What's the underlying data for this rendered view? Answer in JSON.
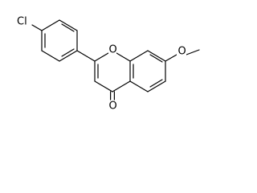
{
  "molecule": {
    "atoms": {
      "chlorine": "Cl",
      "ring_oxygen": "O",
      "methoxy_oxygen": "O",
      "carbonyl_oxygen": "O"
    }
  },
  "colors": {
    "bond": "#000000",
    "label": "#000000",
    "background": "#ffffff"
  }
}
